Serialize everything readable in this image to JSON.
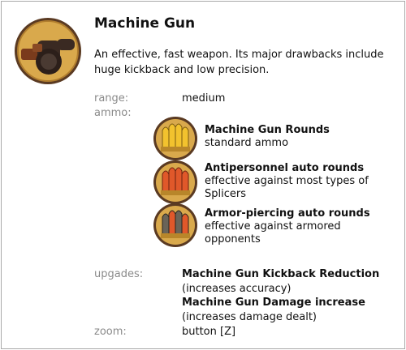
{
  "weapon": {
    "icon": "machine-gun-icon",
    "title": "Machine Gun",
    "description": "An effective, fast weapon. Its major drawbacks include huge kickback and low precision."
  },
  "stats": {
    "range_label": "range:",
    "range_value": "medium",
    "ammo_label": "ammo:",
    "upgrades_label": "upgades:",
    "zoom_label": "zoom:",
    "zoom_value": "button [Z]"
  },
  "ammo": [
    {
      "name": "Machine Gun Rounds",
      "desc": "standard ammo",
      "icon": "machine-gun-rounds-icon",
      "color": "#f2c22e"
    },
    {
      "name": "Antipersonnel auto rounds",
      "desc": "effective against most types of Splicers",
      "icon": "antipersonnel-rounds-icon",
      "color": "#e0582a"
    },
    {
      "name": "Armor-piercing auto rounds",
      "desc": "effective against armored opponents",
      "icon": "armor-piercing-rounds-icon",
      "color": "#6a6458"
    }
  ],
  "upgrades": [
    {
      "name": "Machine Gun Kickback Reduction",
      "desc": "(increases accuracy)"
    },
    {
      "name": "Machine Gun Damage increase",
      "desc": "(increases damage dealt)"
    }
  ],
  "colors": {
    "label_gray": "#8a8a8a",
    "border": "#a9a9a9",
    "badge_gold": "#d8a84a",
    "badge_ring": "#4a2e1a"
  }
}
